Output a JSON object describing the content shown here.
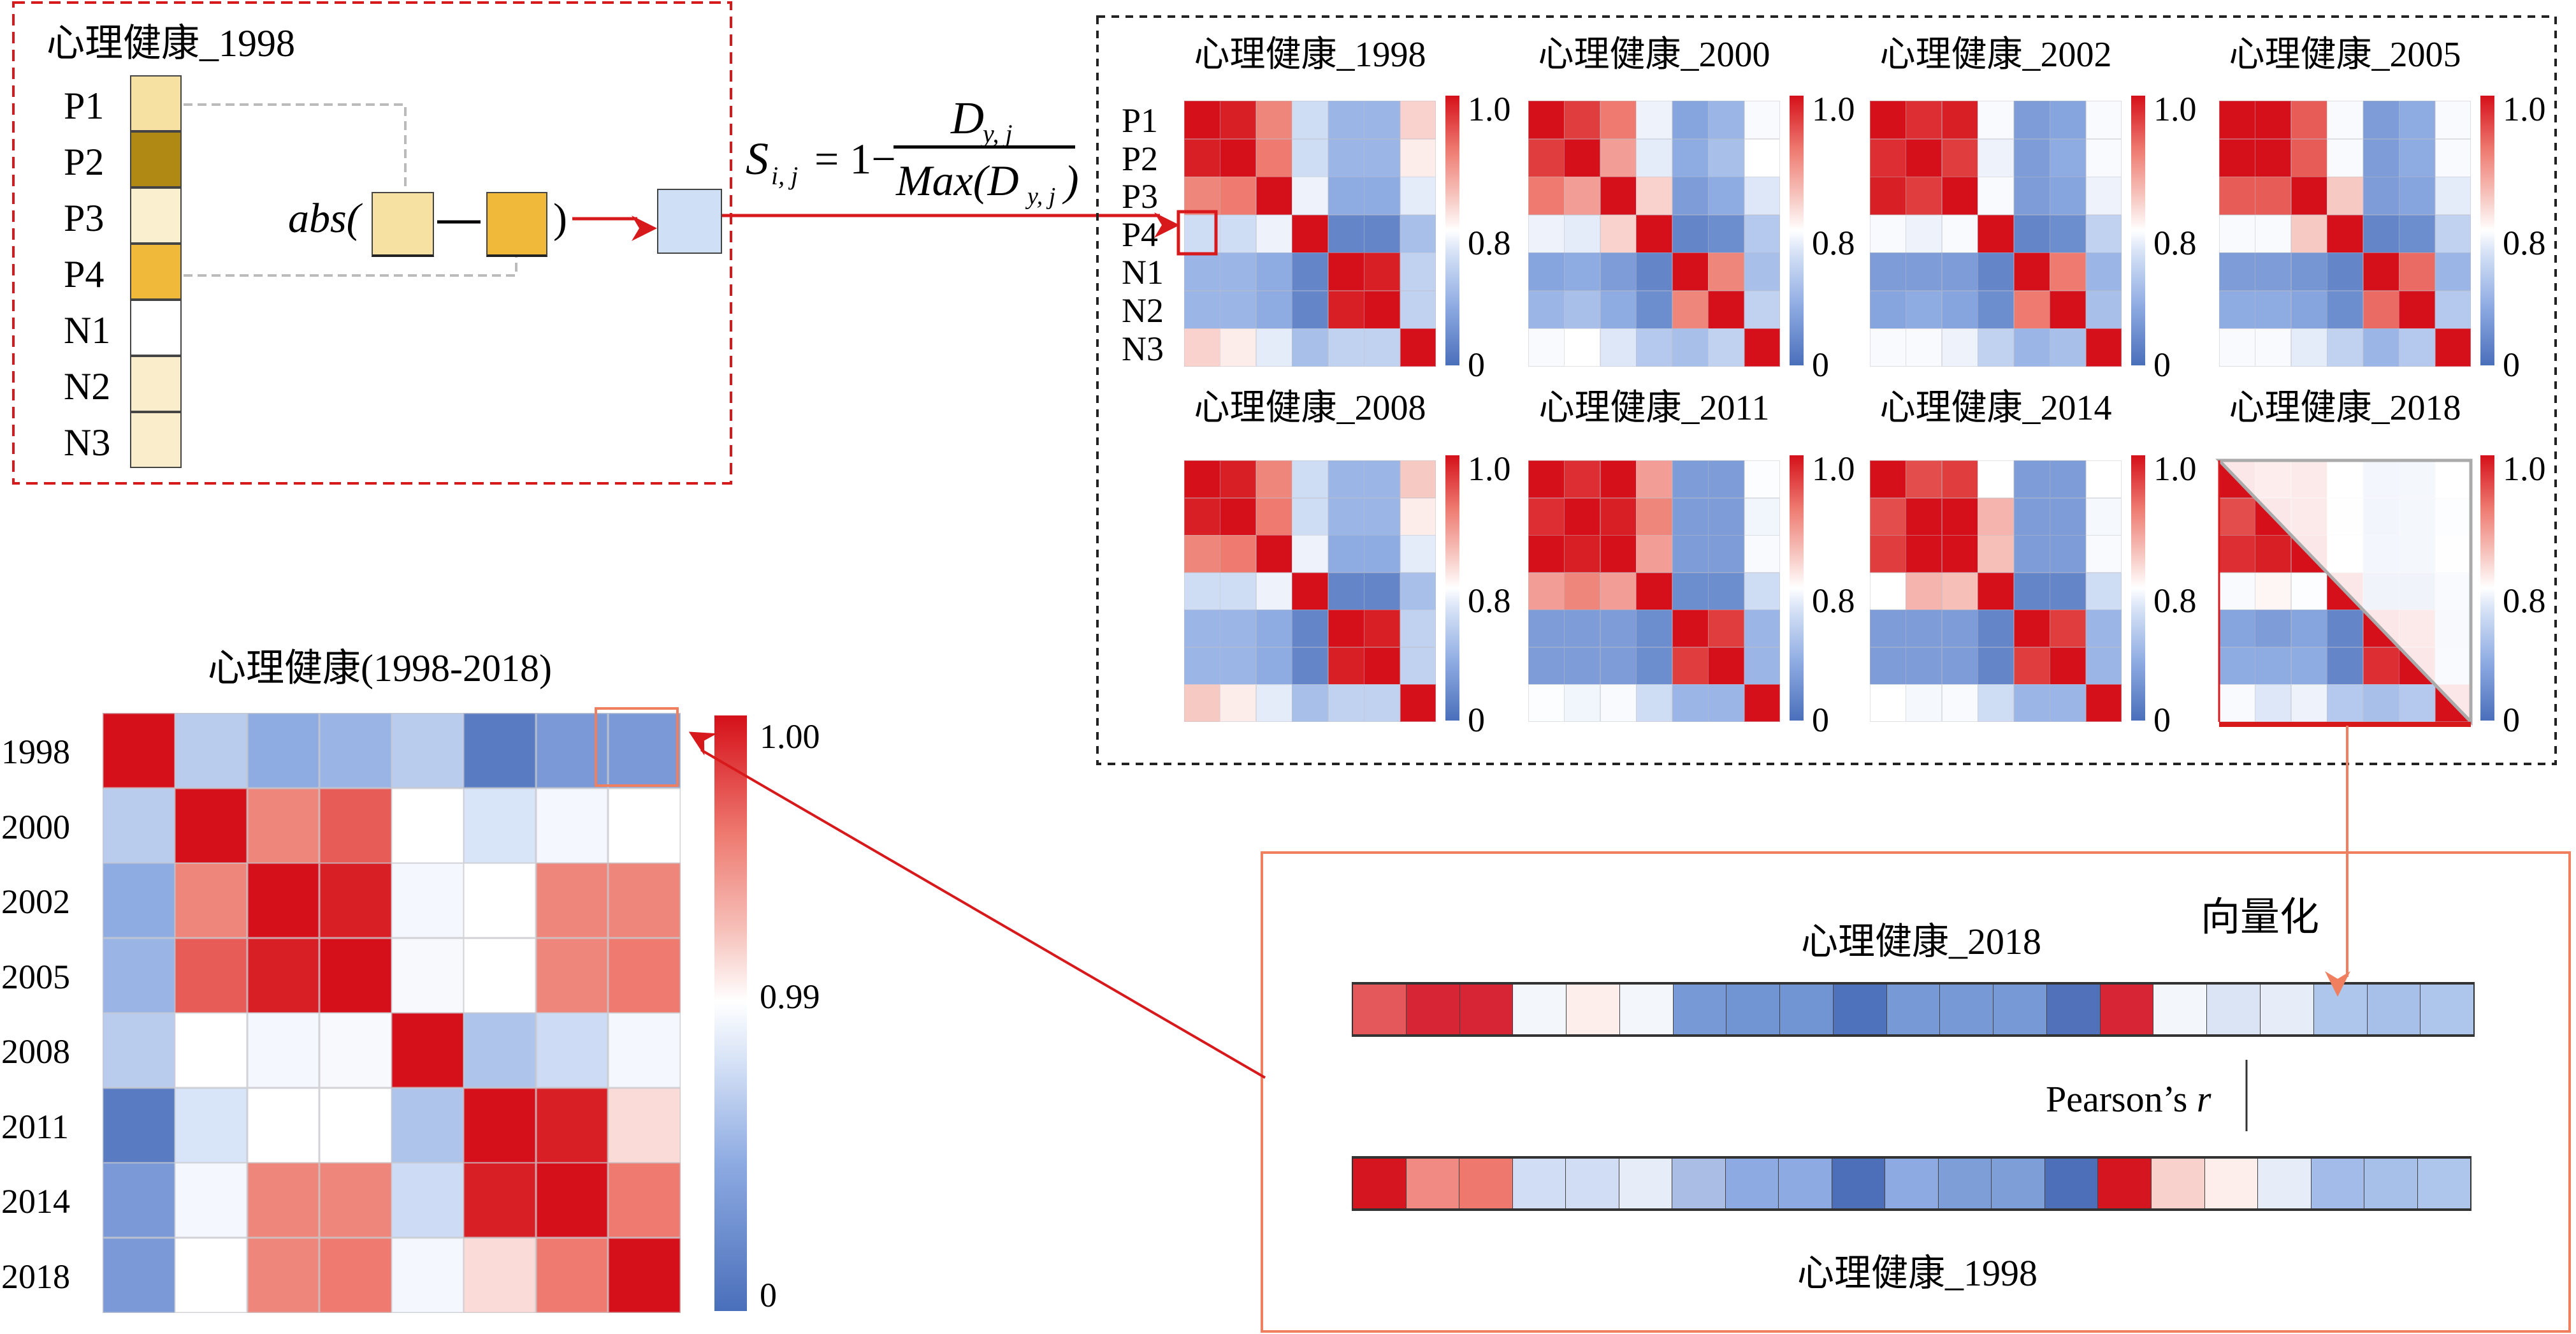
{
  "colors": {
    "red": "#d5101a",
    "blue": "#4a6fba",
    "white": "#ffffff",
    "orange": "#ef7f5f",
    "dash_red": "#d7191c"
  },
  "left_panel": {
    "title": "心理健康_1998",
    "labels": [
      "P1",
      "P2",
      "P3",
      "P4",
      "N1",
      "N2",
      "N3"
    ],
    "vector_colors": [
      "#f6e1a3",
      "#b08915",
      "#faf0d0",
      "#f0b93a",
      "#ffffff",
      "#f9edcb",
      "#f9edcb"
    ],
    "abs_label": "abs(",
    "close_paren": ")",
    "operand_a_color": "#f6e1a3",
    "operand_b_color": "#f0b93a",
    "result_color": "#cfdff6"
  },
  "formula": {
    "lhs": "S",
    "lhs_sub": "i, j",
    "eq": "= 1−",
    "num": "D",
    "num_sub": "y, j",
    "den": "Max(D",
    "den_sub": "y, j",
    "den_close": ")"
  },
  "matrices": {
    "row_labels": [
      "P1",
      "P2",
      "P3",
      "P4",
      "N1",
      "N2",
      "N3"
    ],
    "colorbar_ticks": [
      "1.0",
      "0.8",
      "0"
    ],
    "items": [
      {
        "title": "心理健康_1998",
        "values": [
          [
            1,
            0.99,
            0.92,
            0.65,
            0.45,
            0.45,
            0.85
          ],
          [
            0.99,
            1,
            0.93,
            0.65,
            0.45,
            0.45,
            0.82
          ],
          [
            0.92,
            0.93,
            1,
            0.75,
            0.4,
            0.4,
            0.72
          ],
          [
            0.65,
            0.65,
            0.75,
            1,
            0.15,
            0.15,
            0.5
          ],
          [
            0.45,
            0.45,
            0.4,
            0.15,
            1,
            0.99,
            0.6
          ],
          [
            0.45,
            0.45,
            0.4,
            0.15,
            0.99,
            1,
            0.6
          ],
          [
            0.85,
            0.82,
            0.72,
            0.5,
            0.6,
            0.6,
            1
          ]
        ]
      },
      {
        "title": "心理健康_2000",
        "values": [
          [
            1,
            0.97,
            0.93,
            0.75,
            0.35,
            0.45,
            0.78
          ],
          [
            0.97,
            1,
            0.9,
            0.72,
            0.4,
            0.5,
            0.8
          ],
          [
            0.93,
            0.9,
            1,
            0.85,
            0.3,
            0.4,
            0.7
          ],
          [
            0.75,
            0.72,
            0.85,
            1,
            0.15,
            0.2,
            0.55
          ],
          [
            0.35,
            0.4,
            0.3,
            0.15,
            1,
            0.92,
            0.5
          ],
          [
            0.45,
            0.5,
            0.4,
            0.2,
            0.92,
            1,
            0.6
          ],
          [
            0.78,
            0.8,
            0.7,
            0.55,
            0.5,
            0.6,
            1
          ]
        ]
      },
      {
        "title": "心理健康_2002",
        "values": [
          [
            1,
            0.98,
            0.99,
            0.78,
            0.3,
            0.35,
            0.78
          ],
          [
            0.98,
            1,
            0.97,
            0.75,
            0.3,
            0.4,
            0.78
          ],
          [
            0.99,
            0.97,
            1,
            0.78,
            0.3,
            0.35,
            0.75
          ],
          [
            0.78,
            0.75,
            0.78,
            1,
            0.15,
            0.2,
            0.6
          ],
          [
            0.3,
            0.3,
            0.3,
            0.15,
            1,
            0.93,
            0.45
          ],
          [
            0.35,
            0.4,
            0.35,
            0.2,
            0.93,
            1,
            0.5
          ],
          [
            0.78,
            0.78,
            0.75,
            0.6,
            0.45,
            0.5,
            1
          ]
        ]
      },
      {
        "title": "心理健康_2005",
        "values": [
          [
            1,
            1,
            0.95,
            0.78,
            0.3,
            0.4,
            0.78
          ],
          [
            1,
            1,
            0.95,
            0.78,
            0.3,
            0.4,
            0.78
          ],
          [
            0.95,
            0.95,
            1,
            0.86,
            0.3,
            0.35,
            0.72
          ],
          [
            0.78,
            0.78,
            0.86,
            1,
            0.15,
            0.2,
            0.6
          ],
          [
            0.3,
            0.3,
            0.25,
            0.15,
            1,
            0.94,
            0.45
          ],
          [
            0.4,
            0.4,
            0.35,
            0.2,
            0.94,
            1,
            0.55
          ],
          [
            0.78,
            0.78,
            0.72,
            0.6,
            0.45,
            0.55,
            1
          ]
        ]
      },
      {
        "title": "心理健康_2008",
        "values": [
          [
            1,
            0.99,
            0.92,
            0.65,
            0.45,
            0.45,
            0.86
          ],
          [
            0.99,
            1,
            0.93,
            0.65,
            0.45,
            0.45,
            0.82
          ],
          [
            0.92,
            0.93,
            1,
            0.75,
            0.4,
            0.4,
            0.72
          ],
          [
            0.65,
            0.65,
            0.75,
            1,
            0.15,
            0.15,
            0.5
          ],
          [
            0.45,
            0.45,
            0.4,
            0.15,
            1,
            0.99,
            0.6
          ],
          [
            0.45,
            0.45,
            0.4,
            0.15,
            0.99,
            1,
            0.6
          ],
          [
            0.86,
            0.82,
            0.72,
            0.5,
            0.6,
            0.6,
            1
          ]
        ]
      },
      {
        "title": "心理健康_2011",
        "values": [
          [
            1,
            0.98,
            1,
            0.9,
            0.3,
            0.3,
            0.79
          ],
          [
            0.98,
            1,
            0.99,
            0.92,
            0.3,
            0.3,
            0.76
          ],
          [
            1,
            0.99,
            1,
            0.9,
            0.3,
            0.3,
            0.78
          ],
          [
            0.9,
            0.92,
            0.9,
            1,
            0.2,
            0.2,
            0.65
          ],
          [
            0.3,
            0.3,
            0.3,
            0.2,
            1,
            0.97,
            0.45
          ],
          [
            0.3,
            0.3,
            0.3,
            0.2,
            0.97,
            1,
            0.45
          ],
          [
            0.79,
            0.76,
            0.78,
            0.65,
            0.45,
            0.45,
            1
          ]
        ]
      },
      {
        "title": "心理健康_2014",
        "values": [
          [
            1,
            0.96,
            0.97,
            0.8,
            0.3,
            0.3,
            0.8
          ],
          [
            0.96,
            1,
            1,
            0.88,
            0.3,
            0.3,
            0.77
          ],
          [
            0.97,
            1,
            1,
            0.87,
            0.3,
            0.3,
            0.78
          ],
          [
            0.8,
            0.88,
            0.87,
            1,
            0.15,
            0.15,
            0.65
          ],
          [
            0.3,
            0.3,
            0.3,
            0.15,
            1,
            0.97,
            0.45
          ],
          [
            0.3,
            0.3,
            0.3,
            0.15,
            0.97,
            1,
            0.45
          ],
          [
            0.8,
            0.77,
            0.78,
            0.65,
            0.45,
            0.45,
            1
          ]
        ]
      },
      {
        "title": "心理健康_2018",
        "lower_triangle_only": true,
        "values": [
          [
            1,
            0.96,
            0.98,
            0.78,
            0.35,
            0.4,
            0.78
          ],
          [
            0.96,
            1,
            0.99,
            0.81,
            0.3,
            0.4,
            0.7
          ],
          [
            0.98,
            0.99,
            1,
            0.79,
            0.35,
            0.4,
            0.75
          ],
          [
            0.78,
            0.81,
            0.79,
            1,
            0.15,
            0.15,
            0.55
          ],
          [
            0.35,
            0.3,
            0.35,
            0.15,
            1,
            0.98,
            0.5
          ],
          [
            0.4,
            0.4,
            0.4,
            0.15,
            0.98,
            1,
            0.55
          ],
          [
            0.78,
            0.7,
            0.75,
            0.55,
            0.5,
            0.55,
            1
          ]
        ]
      }
    ]
  },
  "vectorize_label": "向量化",
  "pearson": {
    "label": "Pearson’s ",
    "symbol": "r"
  },
  "vectors": [
    {
      "title": "心理健康_2018",
      "colors": [
        "#e4575a",
        "#d82535",
        "#d82535",
        "#f3f6fb",
        "#fdeeeb",
        "#f3f7fc",
        "#7799d6",
        "#7194d2",
        "#7194d2",
        "#4e72bb",
        "#7799d6",
        "#7799d6",
        "#7799d6",
        "#5172bb",
        "#d82535",
        "#f3f6fb",
        "#dae4f5",
        "#e6edf8",
        "#aec6ec",
        "#a7c0ea",
        "#aec6ec"
      ]
    },
    {
      "title": "心理健康_1998",
      "colors": [
        "#d5151f",
        "#f08a82",
        "#ee776e",
        "#d0ddf5",
        "#d0ddf5",
        "#e6edf8",
        "#aabde4",
        "#8eaae2",
        "#8eaae2",
        "#4d6fba",
        "#8eaae2",
        "#7e9ed8",
        "#7e9ed8",
        "#4d6fba",
        "#d5151f",
        "#f8d1cc",
        "#fdeeeb",
        "#e6edf8",
        "#a2bbe8",
        "#a7c0ea",
        "#aec6ec"
      ]
    }
  ],
  "summary": {
    "title": "心理健康(1998-2018)",
    "labels": [
      "1998",
      "2000",
      "2002",
      "2005",
      "2008",
      "2011",
      "2014",
      "2018"
    ],
    "colorbar_ticks": [
      "1.00",
      "0.99",
      "0"
    ],
    "values": [
      [
        1,
        0.7,
        0.5,
        0.55,
        0.7,
        0.1,
        0.35,
        0.35
      ],
      [
        0.7,
        1,
        0.996,
        0.9975,
        0.99,
        0.85,
        0.95,
        0.99
      ],
      [
        0.5,
        0.996,
        1,
        0.9995,
        0.95,
        0.99,
        0.996,
        0.996
      ],
      [
        0.55,
        0.9975,
        0.9995,
        1,
        0.96,
        0.99,
        0.996,
        0.9965
      ],
      [
        0.7,
        0.99,
        0.95,
        0.96,
        1,
        0.65,
        0.8,
        0.95
      ],
      [
        0.1,
        0.85,
        0.99,
        0.99,
        0.65,
        1,
        0.9995,
        0.992
      ],
      [
        0.35,
        0.95,
        0.996,
        0.996,
        0.8,
        0.9995,
        1,
        0.9965
      ],
      [
        0.35,
        0.99,
        0.996,
        0.9965,
        0.95,
        0.992,
        0.9965,
        1
      ]
    ]
  }
}
